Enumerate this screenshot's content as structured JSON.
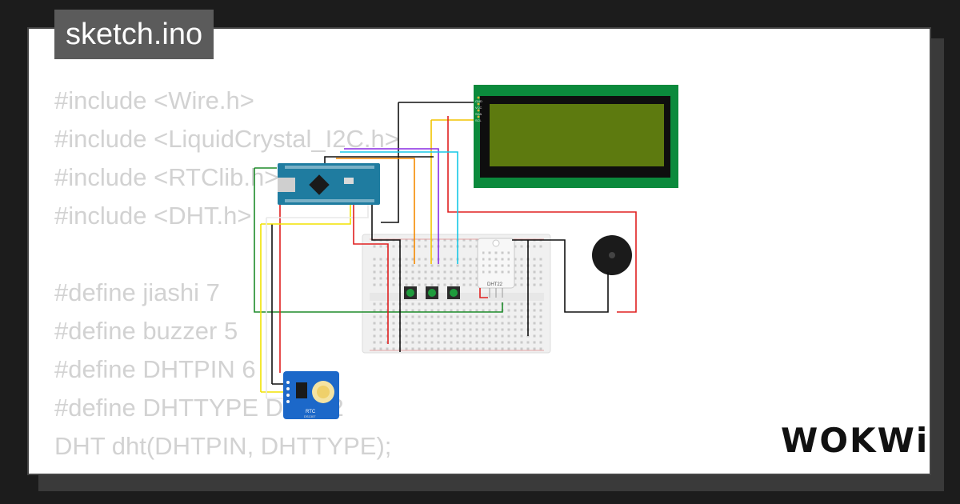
{
  "file": {
    "title": "sketch.ino"
  },
  "code": {
    "lines": [
      "#include <Wire.h>",
      "#include <LiquidCrystal_I2C.h>",
      "#include <RTClib.h>",
      "#include <DHT.h>",
      "",
      "#define jiashi 7",
      "#define buzzer 5",
      "#define DHTPIN 6",
      "#define DHTTYPE DHT22",
      "DHT dht(DHTPIN, DHTTYPE);"
    ]
  },
  "components": {
    "sensor_label": "DHT22",
    "rtc_label": "RTC",
    "rtc_sub": "DS1307",
    "lcd_pins": [
      "GND",
      "VCC",
      "SDA",
      "SCL"
    ]
  },
  "brand": {
    "logo": "WOKWi"
  },
  "colors": {
    "background": "#1c1c1c",
    "card": "#ffffff",
    "title_bg": "#5b5b5b",
    "code_text": "#d2d2d2",
    "lcd_board": "#0b8a3c",
    "lcd_screen": "#5d7a0f",
    "arduino": "#1f7ca0",
    "rtc": "#1c68c9"
  }
}
